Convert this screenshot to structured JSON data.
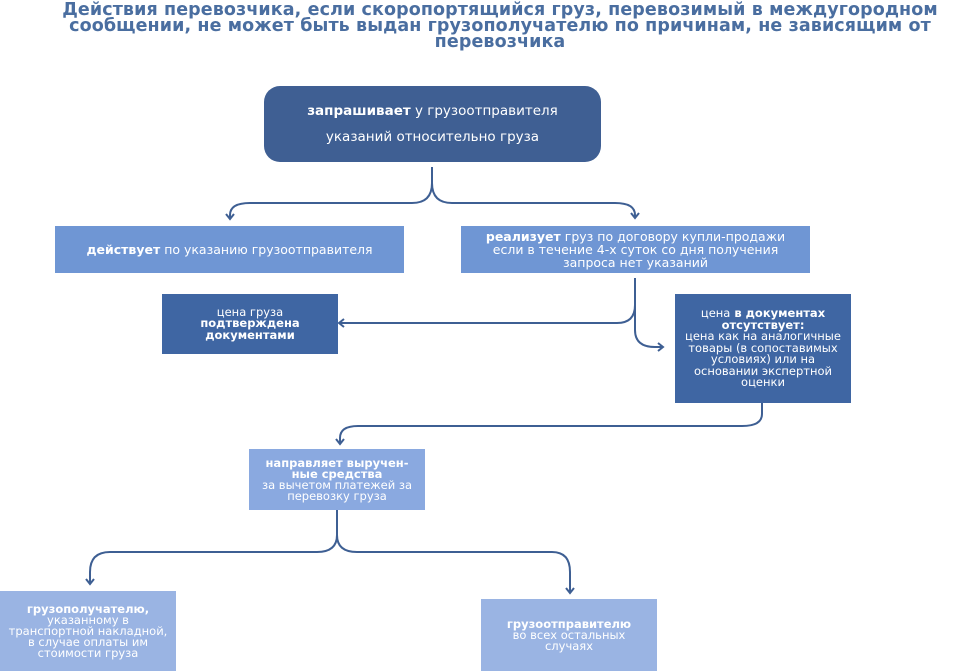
{
  "title": "Действия перевозчика, если скоропортящийся груз, перевозимый в междугородном сообщении, не может быть выдан грузополучателю по причинам, не зависящим от перевозчика",
  "nodes": {
    "request": {
      "bold": "запрашивает",
      "text1": " у грузоотправителя",
      "text2": "указаний относительно груза"
    },
    "follow": {
      "bold": "действует",
      "text": " по указанию грузоотправителя"
    },
    "sell": {
      "bold": "реализует",
      "text": " груз по договору купли-продажи если в течение 4-х суток со дня получения запроса нет указаний"
    },
    "price_confirmed": {
      "text": "цена груза",
      "bold": "подтверждена документами"
    },
    "price_absent": {
      "text1": "цена",
      "bold": " в документах отсутствует:",
      "text2": "цена как на аналогичные товары (в сопоставимых условиях) или на основании экспертной оценки"
    },
    "send_proceeds": {
      "bold": "направляет выручен­ные средства",
      "text": "за вычетом платежей за перевозку груза"
    },
    "consignee": {
      "bold": "грузополучателю,",
      "text": "указанному в транспортной накладной, в случае оплаты им стоимости груза"
    },
    "consignor": {
      "bold": "грузоотправителю",
      "text": "во всех остальных случаях"
    }
  },
  "colors": {
    "title": "#4a6ea0",
    "dark": "#3f5f93",
    "medium": "#6f96d4",
    "light": "#8aa9e0",
    "connector": "#3e5f93"
  }
}
